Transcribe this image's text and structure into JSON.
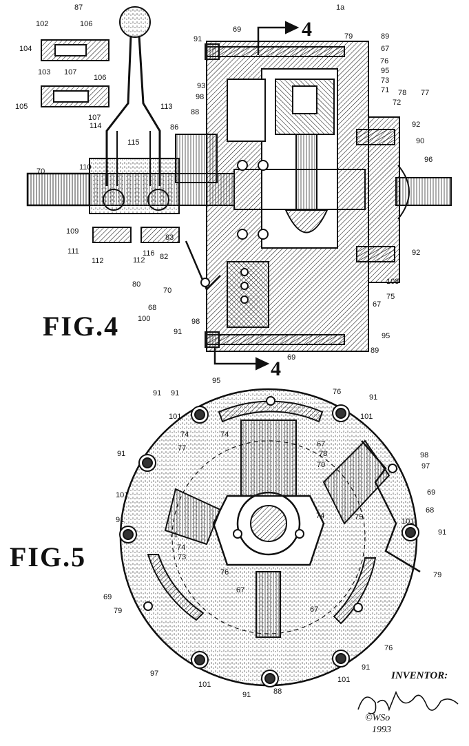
{
  "figures": {
    "fig4_title": "FIG.4",
    "fig5_title": "FIG.5",
    "section_mark": "4"
  },
  "fig4_labels": [
    "1a",
    "69",
    "79",
    "89",
    "67",
    "76",
    "95",
    "73",
    "71",
    "78",
    "77",
    "72",
    "91",
    "93",
    "98",
    "88",
    "86",
    "87",
    "113",
    "114",
    "115",
    "102",
    "106",
    "104",
    "103",
    "107",
    "106",
    "105",
    "107",
    "110",
    "70",
    "90",
    "96",
    "92",
    "92",
    "109",
    "111",
    "112",
    "116",
    "112",
    "83",
    "82",
    "80",
    "70",
    "68",
    "100",
    "98",
    "91",
    "69",
    "108",
    "75",
    "67",
    "95",
    "89"
  ],
  "fig5_labels": [
    "95",
    "91",
    "76",
    "91",
    "101",
    "101",
    "74",
    "74",
    "77",
    "67",
    "78",
    "70",
    "98",
    "97",
    "69",
    "91",
    "101",
    "68",
    "74",
    "75",
    "101",
    "91",
    "71",
    "73",
    "74",
    "76",
    "67",
    "79",
    "67",
    "69",
    "79",
    "76",
    "97",
    "101",
    "91",
    "91",
    "88",
    "101",
    "91",
    "91"
  ],
  "inventor": {
    "label": "INVENTOR:",
    "signature": "Carlos R. Lopez",
    "copyright": "©WSo",
    "year": "1993"
  }
}
